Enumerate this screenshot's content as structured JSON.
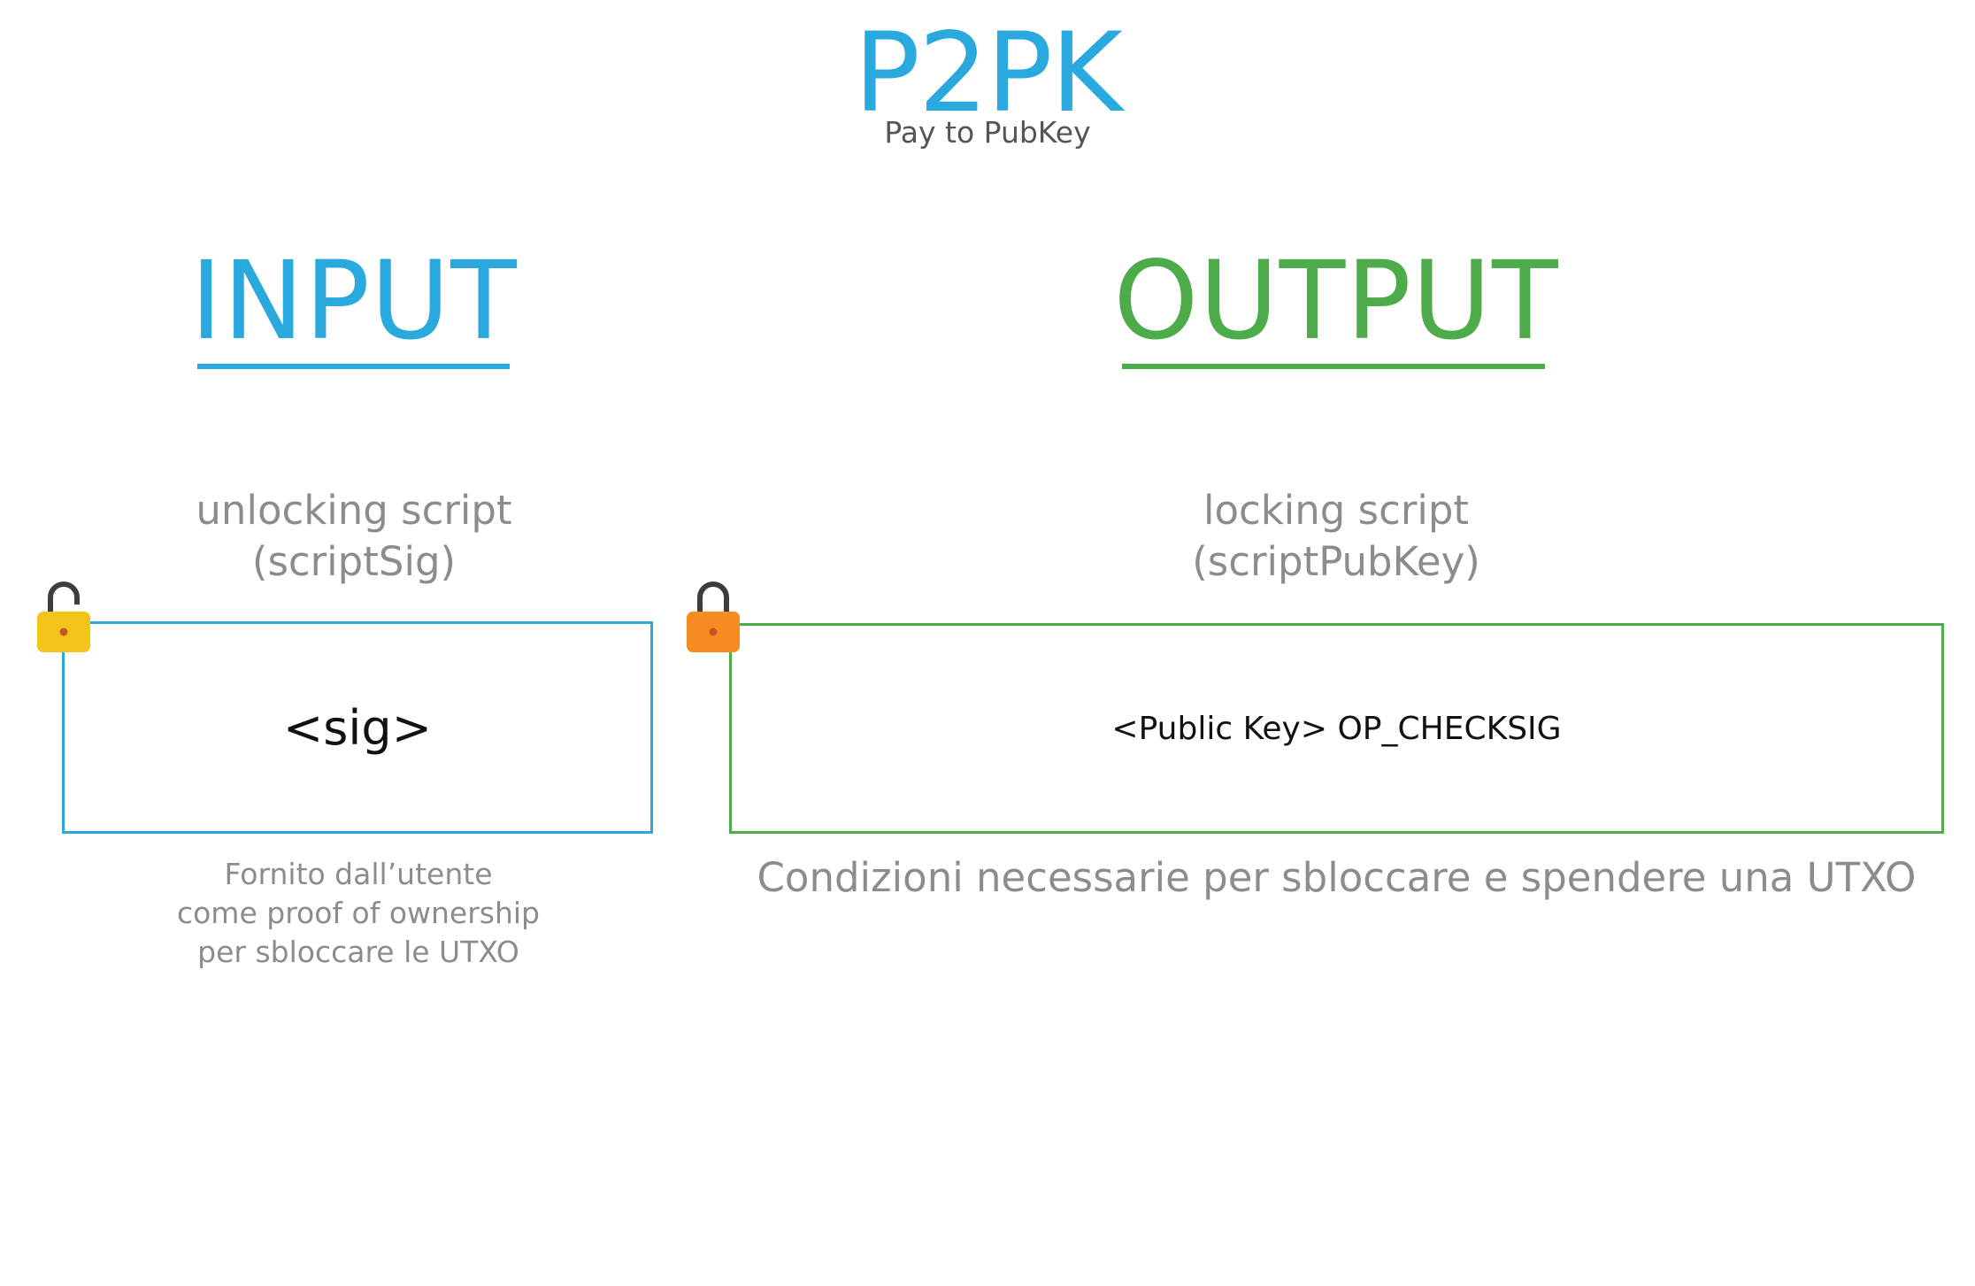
{
  "header": {
    "title": "P2PK",
    "subtitle": "Pay to PubKey"
  },
  "colors": {
    "input": "#2aa9df",
    "output": "#4dab49",
    "unlocked_lock": "#f2c418",
    "locked_lock": "#f68b1f",
    "shackle": "#3d3d3d",
    "keyhole": "#c0562a"
  },
  "input": {
    "heading": "INPUT",
    "script_label_lines": [
      "unlocking script",
      "(scriptSig)"
    ],
    "script": "<sig>",
    "lock_icon": "unlocked-padlock-icon",
    "description_lines": [
      "Fornito dall’utente",
      "come proof of ownership",
      "per sbloccare le UTXO"
    ]
  },
  "output": {
    "heading": "OUTPUT",
    "script_label_lines": [
      "locking script",
      "(scriptPubKey)"
    ],
    "script": "<Public Key> OP_CHECKSIG",
    "lock_icon": "locked-padlock-icon",
    "description": "Condizioni necessarie per sbloccare e spendere una UTXO"
  }
}
